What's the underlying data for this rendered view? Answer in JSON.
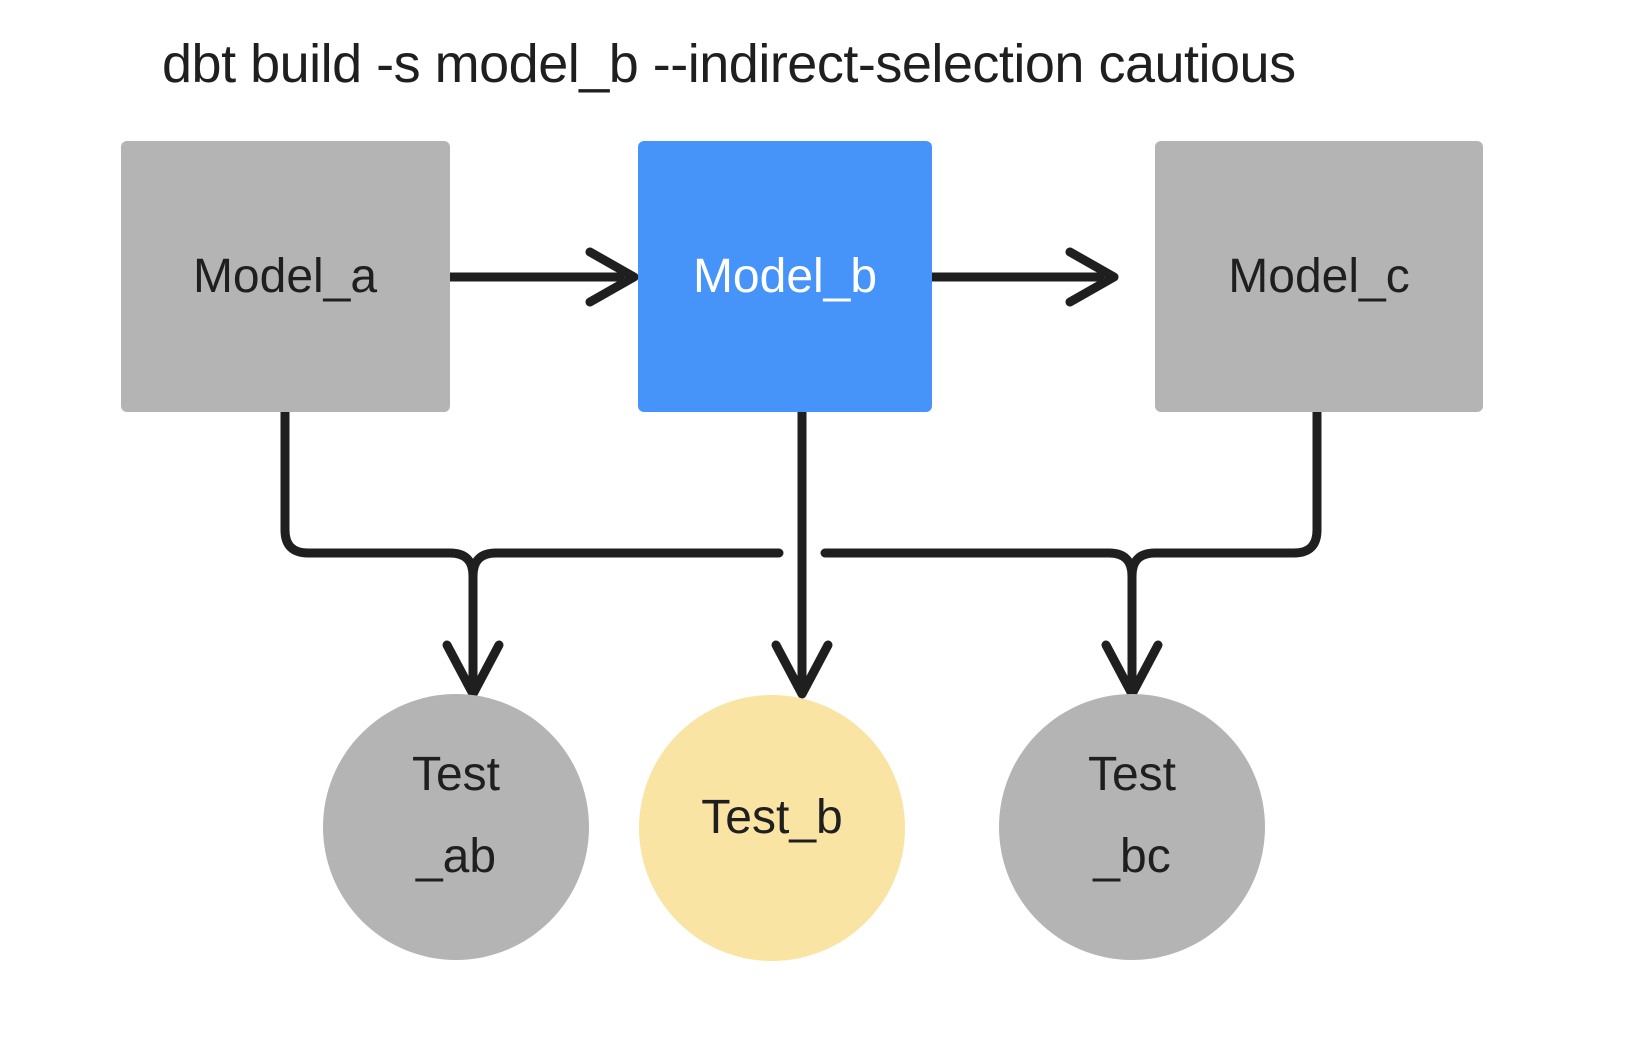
{
  "diagram": {
    "title": "dbt build -s model_b --indirect-selection cautious",
    "background_color": "#ffffff",
    "edge_color": "#1f1f1f",
    "colors": {
      "unselected_gray": "#b4b4b4",
      "selected_blue": "#4694fa",
      "selected_yellow": "#fae4a3",
      "text_dark": "#1f1f1f",
      "text_light": "#ffffff"
    },
    "models": [
      {
        "id": "model_a",
        "label": "Model_a",
        "shape": "rectangle",
        "fill": "#b4b4b4",
        "text_color": "#1f1f1f",
        "selected": false
      },
      {
        "id": "model_b",
        "label": "Model_b",
        "shape": "rectangle",
        "fill": "#4694fa",
        "text_color": "#ffffff",
        "selected": true
      },
      {
        "id": "model_c",
        "label": "Model_c",
        "shape": "rectangle",
        "fill": "#b4b4b4",
        "text_color": "#1f1f1f",
        "selected": false
      }
    ],
    "tests": [
      {
        "id": "test_ab",
        "label_line1": "Test",
        "label_line2": "_ab",
        "shape": "circle",
        "fill": "#b4b4b4",
        "text_color": "#1f1f1f",
        "selected": false
      },
      {
        "id": "test_b",
        "label_line1": "Test_b",
        "label_line2": "",
        "shape": "circle",
        "fill": "#fae4a3",
        "text_color": "#1f1f1f",
        "selected": true
      },
      {
        "id": "test_bc",
        "label_line1": "Test",
        "label_line2": "_bc",
        "shape": "circle",
        "fill": "#b4b4b4",
        "text_color": "#1f1f1f",
        "selected": false
      }
    ],
    "edges": [
      {
        "id": "edge-a-to-b",
        "from": "model_a",
        "to": "model_b",
        "arrow": true
      },
      {
        "id": "edge-b-to-c",
        "from": "model_b",
        "to": "model_c",
        "arrow": true
      },
      {
        "id": "edge-a-to-test-ab",
        "from": "model_a",
        "to": "test_ab",
        "arrow": true
      },
      {
        "id": "edge-b-to-test-ab",
        "from": "model_b",
        "to": "test_ab",
        "arrow": true
      },
      {
        "id": "edge-b-to-test-b",
        "from": "model_b",
        "to": "test_b",
        "arrow": true
      },
      {
        "id": "edge-b-to-test-bc",
        "from": "model_b",
        "to": "test_bc",
        "arrow": true
      },
      {
        "id": "edge-c-to-test-bc",
        "from": "model_c",
        "to": "test_bc",
        "arrow": true
      }
    ]
  }
}
